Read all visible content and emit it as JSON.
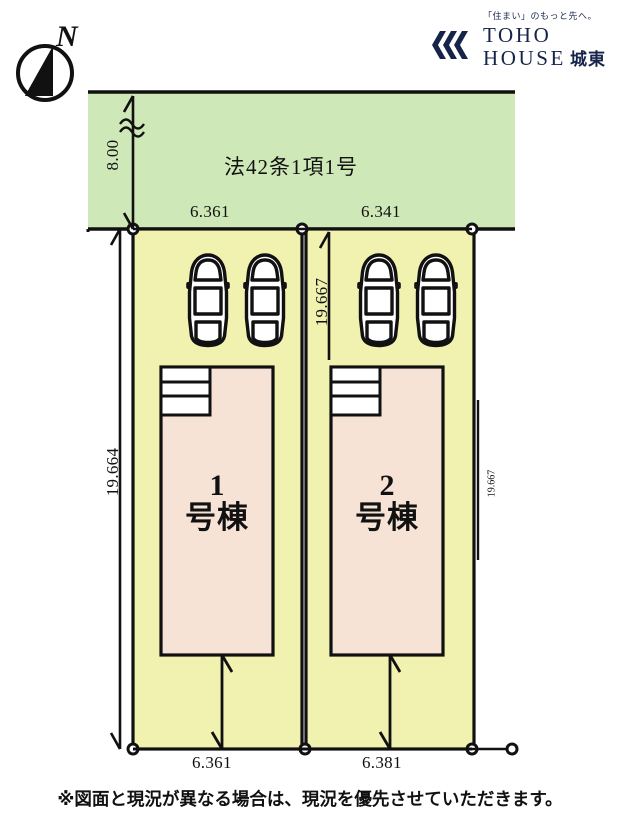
{
  "brand": {
    "tagline": "「住まい」のもっと先へ。",
    "line1": "TOHO",
    "line2": "HOUSE",
    "suffix": "城東",
    "mark_icon": "toho-chevron-logo",
    "color": "#16244a"
  },
  "compass": {
    "icon": "compass-north-icon",
    "north_label": "N"
  },
  "plan": {
    "road": {
      "label": "法42条1項1号",
      "width_dim": "8.00",
      "fill": "#cfe8b8",
      "break_symbol": "≈"
    },
    "dimensions": {
      "top_left": "6.361",
      "top_right": "6.341",
      "bottom_left": "6.361",
      "bottom_right": "6.381",
      "left_vertical": "19.664",
      "center_vertical": "19.667",
      "right_vertical": "19.667"
    },
    "lots": [
      {
        "id": "lot-1",
        "building_number": "1",
        "building_suffix": "号棟",
        "lot_fill": "#f2f2b0",
        "building_fill": "#f7e2d6",
        "parking_spaces": 2,
        "car_icon": "car-top-view-icon"
      },
      {
        "id": "lot-2",
        "building_number": "2",
        "building_suffix": "号棟",
        "lot_fill": "#f2f2b0",
        "building_fill": "#f7e2d6",
        "parking_spaces": 2,
        "car_icon": "car-top-view-icon"
      }
    ],
    "colors": {
      "road_green": "#cfe8b8",
      "lot_yellow": "#f2f2b0",
      "building_peach": "#f7e2d6",
      "outline": "#111111"
    }
  },
  "footnote": "※図面と現況が異なる場合は、現況を優先させていただきます。"
}
